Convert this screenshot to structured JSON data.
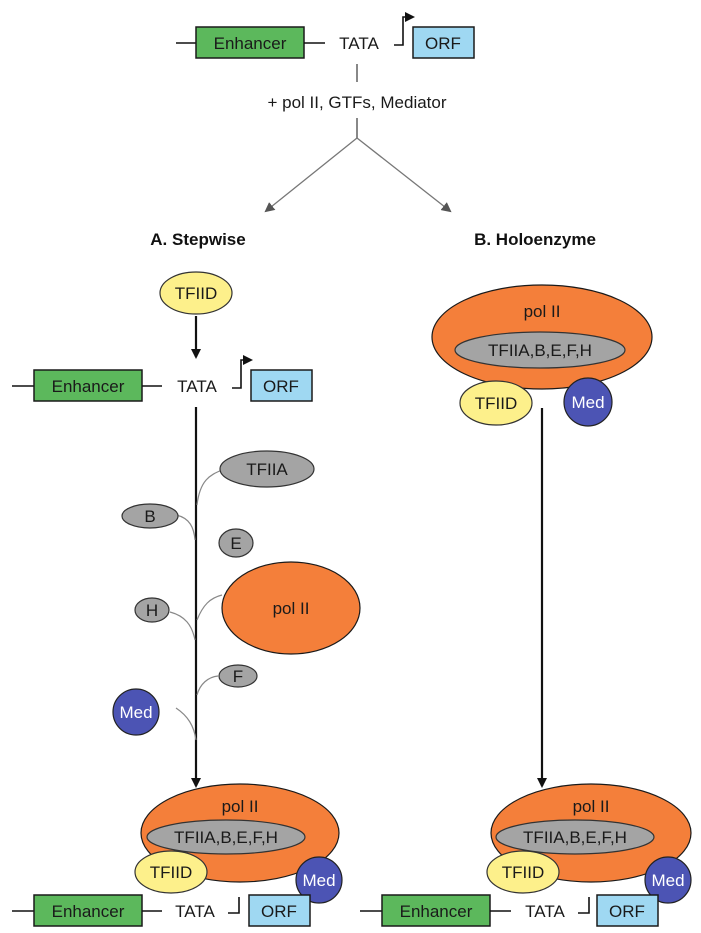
{
  "labels": {
    "enhancer": "Enhancer",
    "tata": "TATA",
    "orf": "ORF",
    "step_text": "+ pol II, GTFs, Mediator",
    "path_a": "A. Stepwise",
    "path_b": "B. Holoenzyme",
    "tfiid": "TFIID",
    "med": "Med",
    "pol2": "pol II",
    "gtf_complex": "TFIIA,B,E,F,H",
    "tfiia": "TFIIA",
    "b": "B",
    "e": "E",
    "h": "H",
    "f": "F"
  },
  "colors": {
    "enhancer": "#5cb85c",
    "orf": "#9fd8f2",
    "pol2": "#f47f3a",
    "gtf": "#a4a4a4",
    "tfiid": "#fdf08b",
    "mediator": "#4c54b4"
  }
}
